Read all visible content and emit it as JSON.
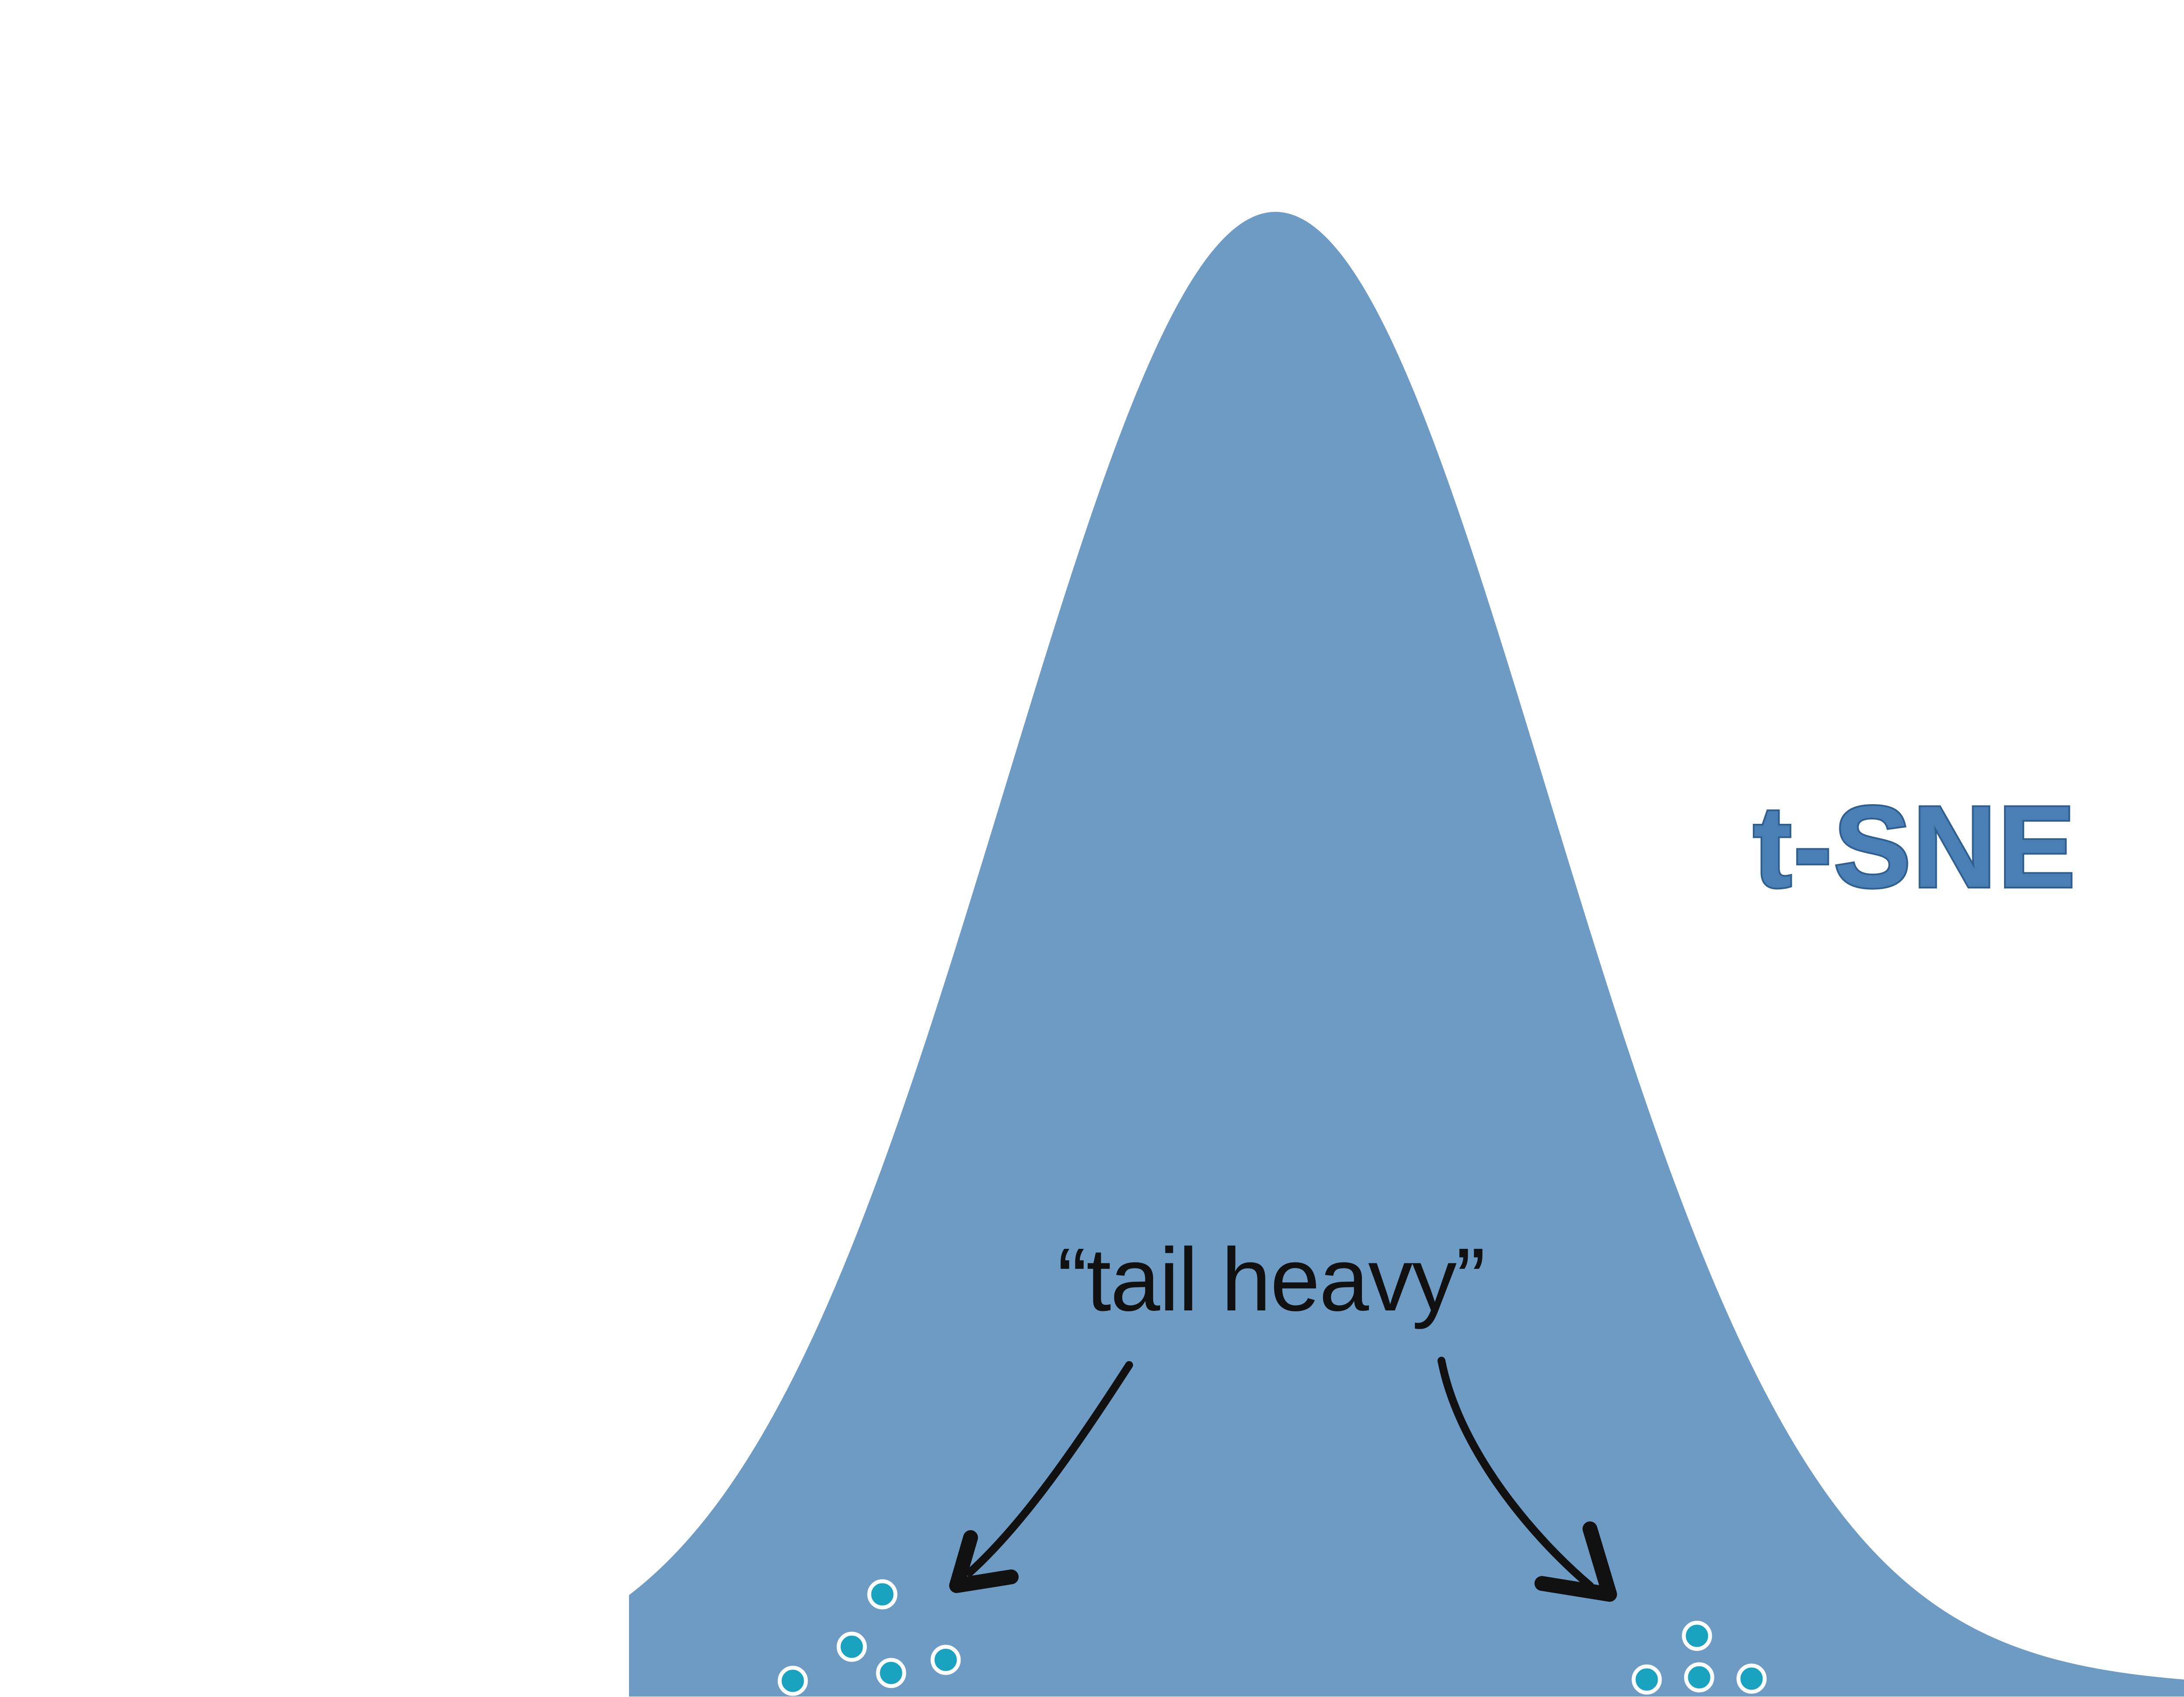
{
  "diagram": {
    "title": "t-SNE",
    "annotation": "“tail heavy”",
    "annotated_feature": "tails of the distribution",
    "curve_shape": "heavy-tailed bell curve",
    "point_count": {
      "left_tail": 5,
      "right_tail": 4
    }
  },
  "colors": {
    "background": "#ffffff",
    "curve_fill": "#6d9bc4",
    "title_fill": "#4a7fb5",
    "title_stroke": "#2f5f8f",
    "point_fill": "#1aa3c0",
    "point_stroke": "#ffffff",
    "arrow": "#111111",
    "text": "#111111"
  },
  "icons": {
    "left_arrow": "curved-arrow-down-left-icon",
    "right_arrow": "curved-arrow-down-right-icon",
    "point": "circle-point-icon"
  }
}
